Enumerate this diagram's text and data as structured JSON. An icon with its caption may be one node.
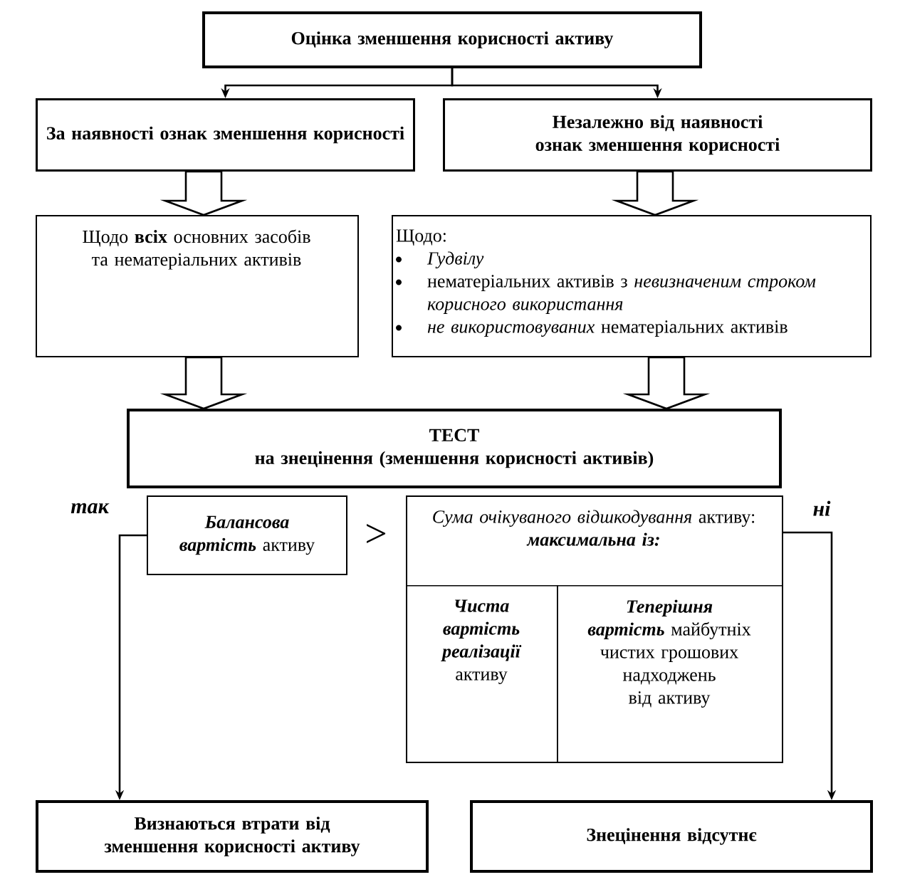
{
  "diagram": {
    "nodes": [
      {
        "text": [
          "Оцінка зменшення корисності активу"
        ]
      },
      {
        "text": [
          "За наявності ознак зменшення корисності"
        ]
      },
      {
        "text": [
          "Незалежно від наявності ознак зменшення корисності"
        ]
      },
      {
        "text": [
          "Щодо **всіх** основних засобів та нематеріальних активів"
        ]
      },
      {
        "text": [
          "Щодо:",
          "Гудвілу",
          "нематеріальних активів з *невизначеним строком корисного використання*",
          "*не використовуваних* нематеріальних активів"
        ]
      },
      {
        "text": [
          "ТЕСТ",
          "на знецінення (зменшення корисності активів)"
        ]
      },
      {
        "text": [
          "**Балансова вартість** активу"
        ]
      },
      {
        "text": [
          "*Сума очікуваного відшкодування* активу:",
          "максимальна із:"
        ]
      },
      {
        "text": [
          "**Чиста вартість реалізації** активу"
        ],
        "in": 7
      },
      {
        "text": [
          "**Теперішня вартість** майбутніх чистих грошових надходжень від активу"
        ],
        "in": 7
      },
      {
        "text": [
          "Визнаються втрати від зменшення корисності активу"
        ]
      },
      {
        "text": [
          "Знецінення відсутнє"
        ]
      }
    ],
    "edges": [
      {
        "from": 0,
        "to": 1,
        "arrow": "to"
      },
      {
        "from": 0,
        "to": 2,
        "arrow": "to"
      },
      {
        "from": 1,
        "to": 3,
        "arrow": "to",
        "style": "thick"
      },
      {
        "from": 2,
        "to": 4,
        "arrow": "to",
        "style": "thick"
      },
      {
        "from": 3,
        "to": 5,
        "arrow": "to",
        "style": "thick"
      },
      {
        "from": 4,
        "to": 5,
        "arrow": "to",
        "style": "thick"
      },
      {
        "from": 6,
        "to": 10,
        "arrow": "to",
        "label": "так"
      },
      {
        "from": 7,
        "to": 11,
        "arrow": "to",
        "label": "ні"
      }
    ],
    "labels": [
      ">"
    ]
  }
}
